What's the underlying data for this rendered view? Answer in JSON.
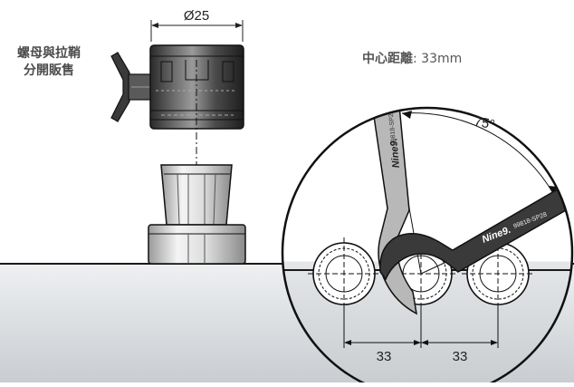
{
  "top_dimension": {
    "label": "Ø25"
  },
  "note": {
    "line1": "螺母與拉鞘",
    "line2": "分開販售"
  },
  "center_spacing": {
    "label": "中心距離",
    "value": ": 33mm"
  },
  "angle": {
    "label": "75°"
  },
  "spacing_dims": [
    {
      "label": "33"
    },
    {
      "label": "33"
    }
  ],
  "wrench_marks": {
    "brand": "Nine9.",
    "model_vertical": "99818-SP28",
    "model_angled": "99818-SP28"
  },
  "colors": {
    "table": "#d5d8db",
    "wrench_vertical": "#b8b8b8",
    "wrench_angled": "#3a3a3a",
    "nut_dark": "#3a3a3a",
    "outline": "#1a1a1a"
  }
}
